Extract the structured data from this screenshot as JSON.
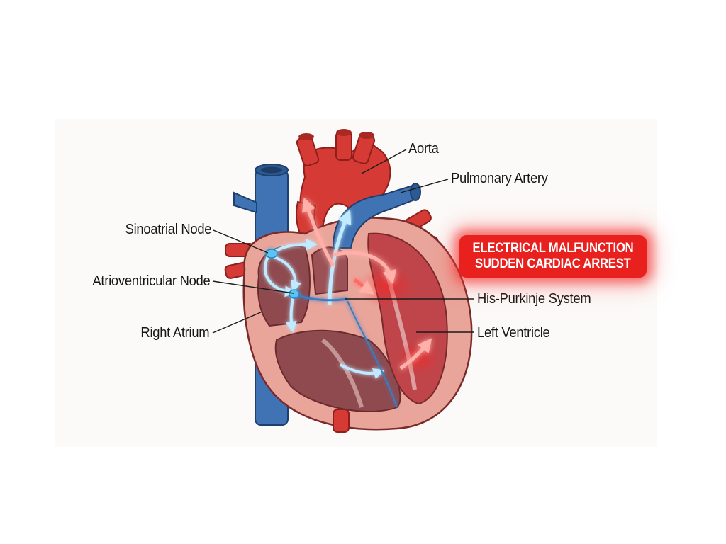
{
  "diagram": {
    "subject": "Human heart cross-section showing the cardiac electrical conduction system",
    "labels": {
      "aorta": "Aorta",
      "pulmonary_artery": "Pulmonary Artery",
      "sinoatrial_node": "Sinoatrial Node",
      "atrioventricular_node": "Atrioventricular Node",
      "right_atrium": "Right Atrium",
      "his_purkinje_system": "His-Purkinje System",
      "left_ventricle": "Left Ventricle"
    },
    "alert": {
      "line1": "ELECTRICAL MALFUNCTION",
      "line2": "SUDDEN CARDIAC ARREST"
    },
    "colors": {
      "artery_red": "#d63a35",
      "vein_blue": "#3f73b3",
      "muscle_pink": "#e9a59a",
      "chamber_dark": "#8f4a4f",
      "electrical_glow": "#7fd3ff",
      "alert_red": "#e8211f"
    }
  }
}
